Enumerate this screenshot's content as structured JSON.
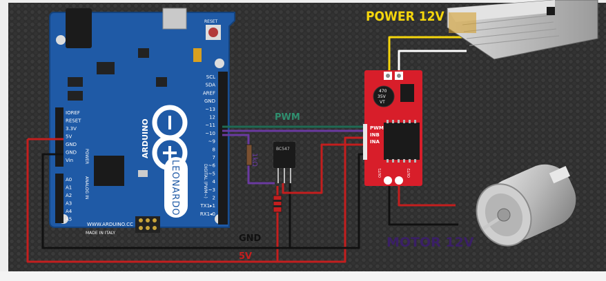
{
  "labels": {
    "power": "POWER 12V",
    "motor": "MOTOR 12V",
    "pwm": "PWM",
    "gnd": "GND",
    "v5": "5V",
    "resistor_1k": "1kΩ",
    "transistor_part": "BC547"
  },
  "arduino": {
    "model_name": "ARDUINO",
    "model": "LEONARDO",
    "website": "WWW.ARDUINO.CC",
    "made_in": "MADE IN ITALY",
    "reset_label": "RESET",
    "power_header_label": "POWER",
    "analog_header_label": "ANALOG IN",
    "digital_header_label": "DIGITAL (PWM~)",
    "pins_right": [
      "SCL",
      "SDA",
      "AREF",
      "GND",
      "~13",
      "12",
      "~11",
      "~10",
      "~9",
      "8",
      "7",
      "~6",
      "~5",
      "4",
      "~3",
      "2",
      "TX1▸1",
      "RX1◂0"
    ],
    "pins_left_power": [
      "IOREF",
      "RESET",
      "3.3V",
      "5V",
      "GND",
      "GND",
      "Vin"
    ],
    "pins_left_analog": [
      "A0",
      "A1",
      "A2",
      "A3",
      "A4",
      "A5"
    ]
  },
  "driver": {
    "pins_left": [
      "PWM",
      "INB",
      "INA"
    ],
    "cap_value": "470",
    "cap_voltage": "35V",
    "cap_code": "VT",
    "out_label_1": "OUT1",
    "out_label_2": "OUT2"
  },
  "colors": {
    "pwm_label": "#2f8f6f",
    "power_label": "#f5d60c",
    "motor_label": "#3a1f66",
    "wire_red": "#c41e1e",
    "wire_black": "#111111",
    "wire_purple": "#6a3aa0",
    "board_blue": "#1f5aa6",
    "driver_red": "#d81e2a"
  }
}
